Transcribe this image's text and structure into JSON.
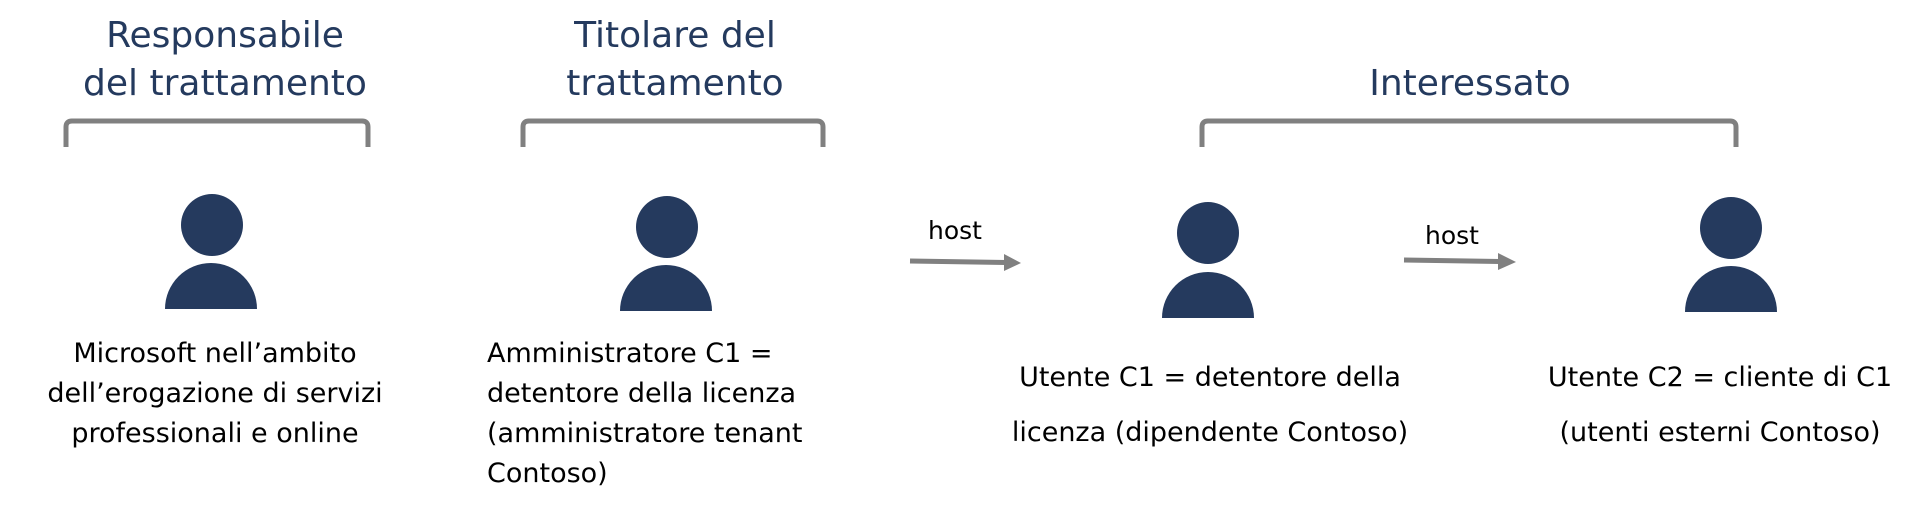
{
  "colors": {
    "heading": "#243A5E",
    "icon": "#253A5E",
    "bracket": "#808080",
    "arrow": "#808080",
    "text": "#000000"
  },
  "groups": [
    {
      "heading": "Responsabile\ndel trattamento"
    },
    {
      "heading": "Titolare del\ntrattamento"
    },
    {
      "heading": "Interessato"
    }
  ],
  "persons": [
    {
      "icon": "person-icon",
      "label": "Microsoft nell’ambito\ndell’erogazione di servizi\nprofessionali e online"
    },
    {
      "icon": "person-icon",
      "label": "Amministratore C1 =\ndetentore della licenza\n(amministratore tenant\nContoso)"
    },
    {
      "icon": "person-icon",
      "label": "Utente C1 = detentore della\nlicenza (dipendente Contoso)"
    },
    {
      "icon": "person-icon",
      "label": "Utente C2 = cliente di C1\n(utenti esterni Contoso)"
    }
  ],
  "arrows": [
    {
      "label": "host",
      "from": "Amministratore C1",
      "to": "Utente C1"
    },
    {
      "label": "host",
      "from": "Utente C1",
      "to": "Utente C2"
    }
  ]
}
